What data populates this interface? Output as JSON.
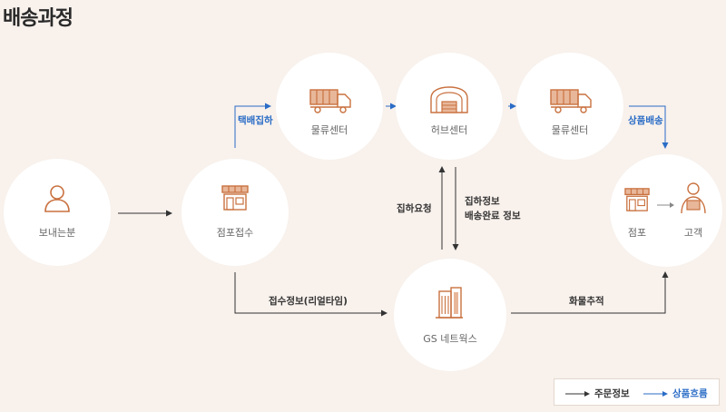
{
  "title": "배송과정",
  "nodes": {
    "sender": "보내는분",
    "store_receipt": "점포접수",
    "logistics_center_1": "물류센터",
    "hub_center": "허브센터",
    "logistics_center_2": "물류센터",
    "gs_networks": "GS 네트웍스",
    "store": "점포",
    "customer": "고객"
  },
  "edge_labels": {
    "pickup_delivery": "택배집하",
    "product_delivery": "상품배송",
    "pickup_request": "집하요청",
    "pickup_info_line1": "집하정보",
    "pickup_info_line2": "배송완료 정보",
    "receipt_info": "접수정보(리얼타임)",
    "cargo_tracking": "화물추적"
  },
  "legend": {
    "order_info": "주문정보",
    "product_flow": "상품흐름"
  },
  "colors": {
    "background": "#f8f1ec",
    "node_fill": "#ffffff",
    "icon_orange": "#c9713f",
    "order_arrow": "#333333",
    "product_arrow": "#2a6cc6"
  }
}
